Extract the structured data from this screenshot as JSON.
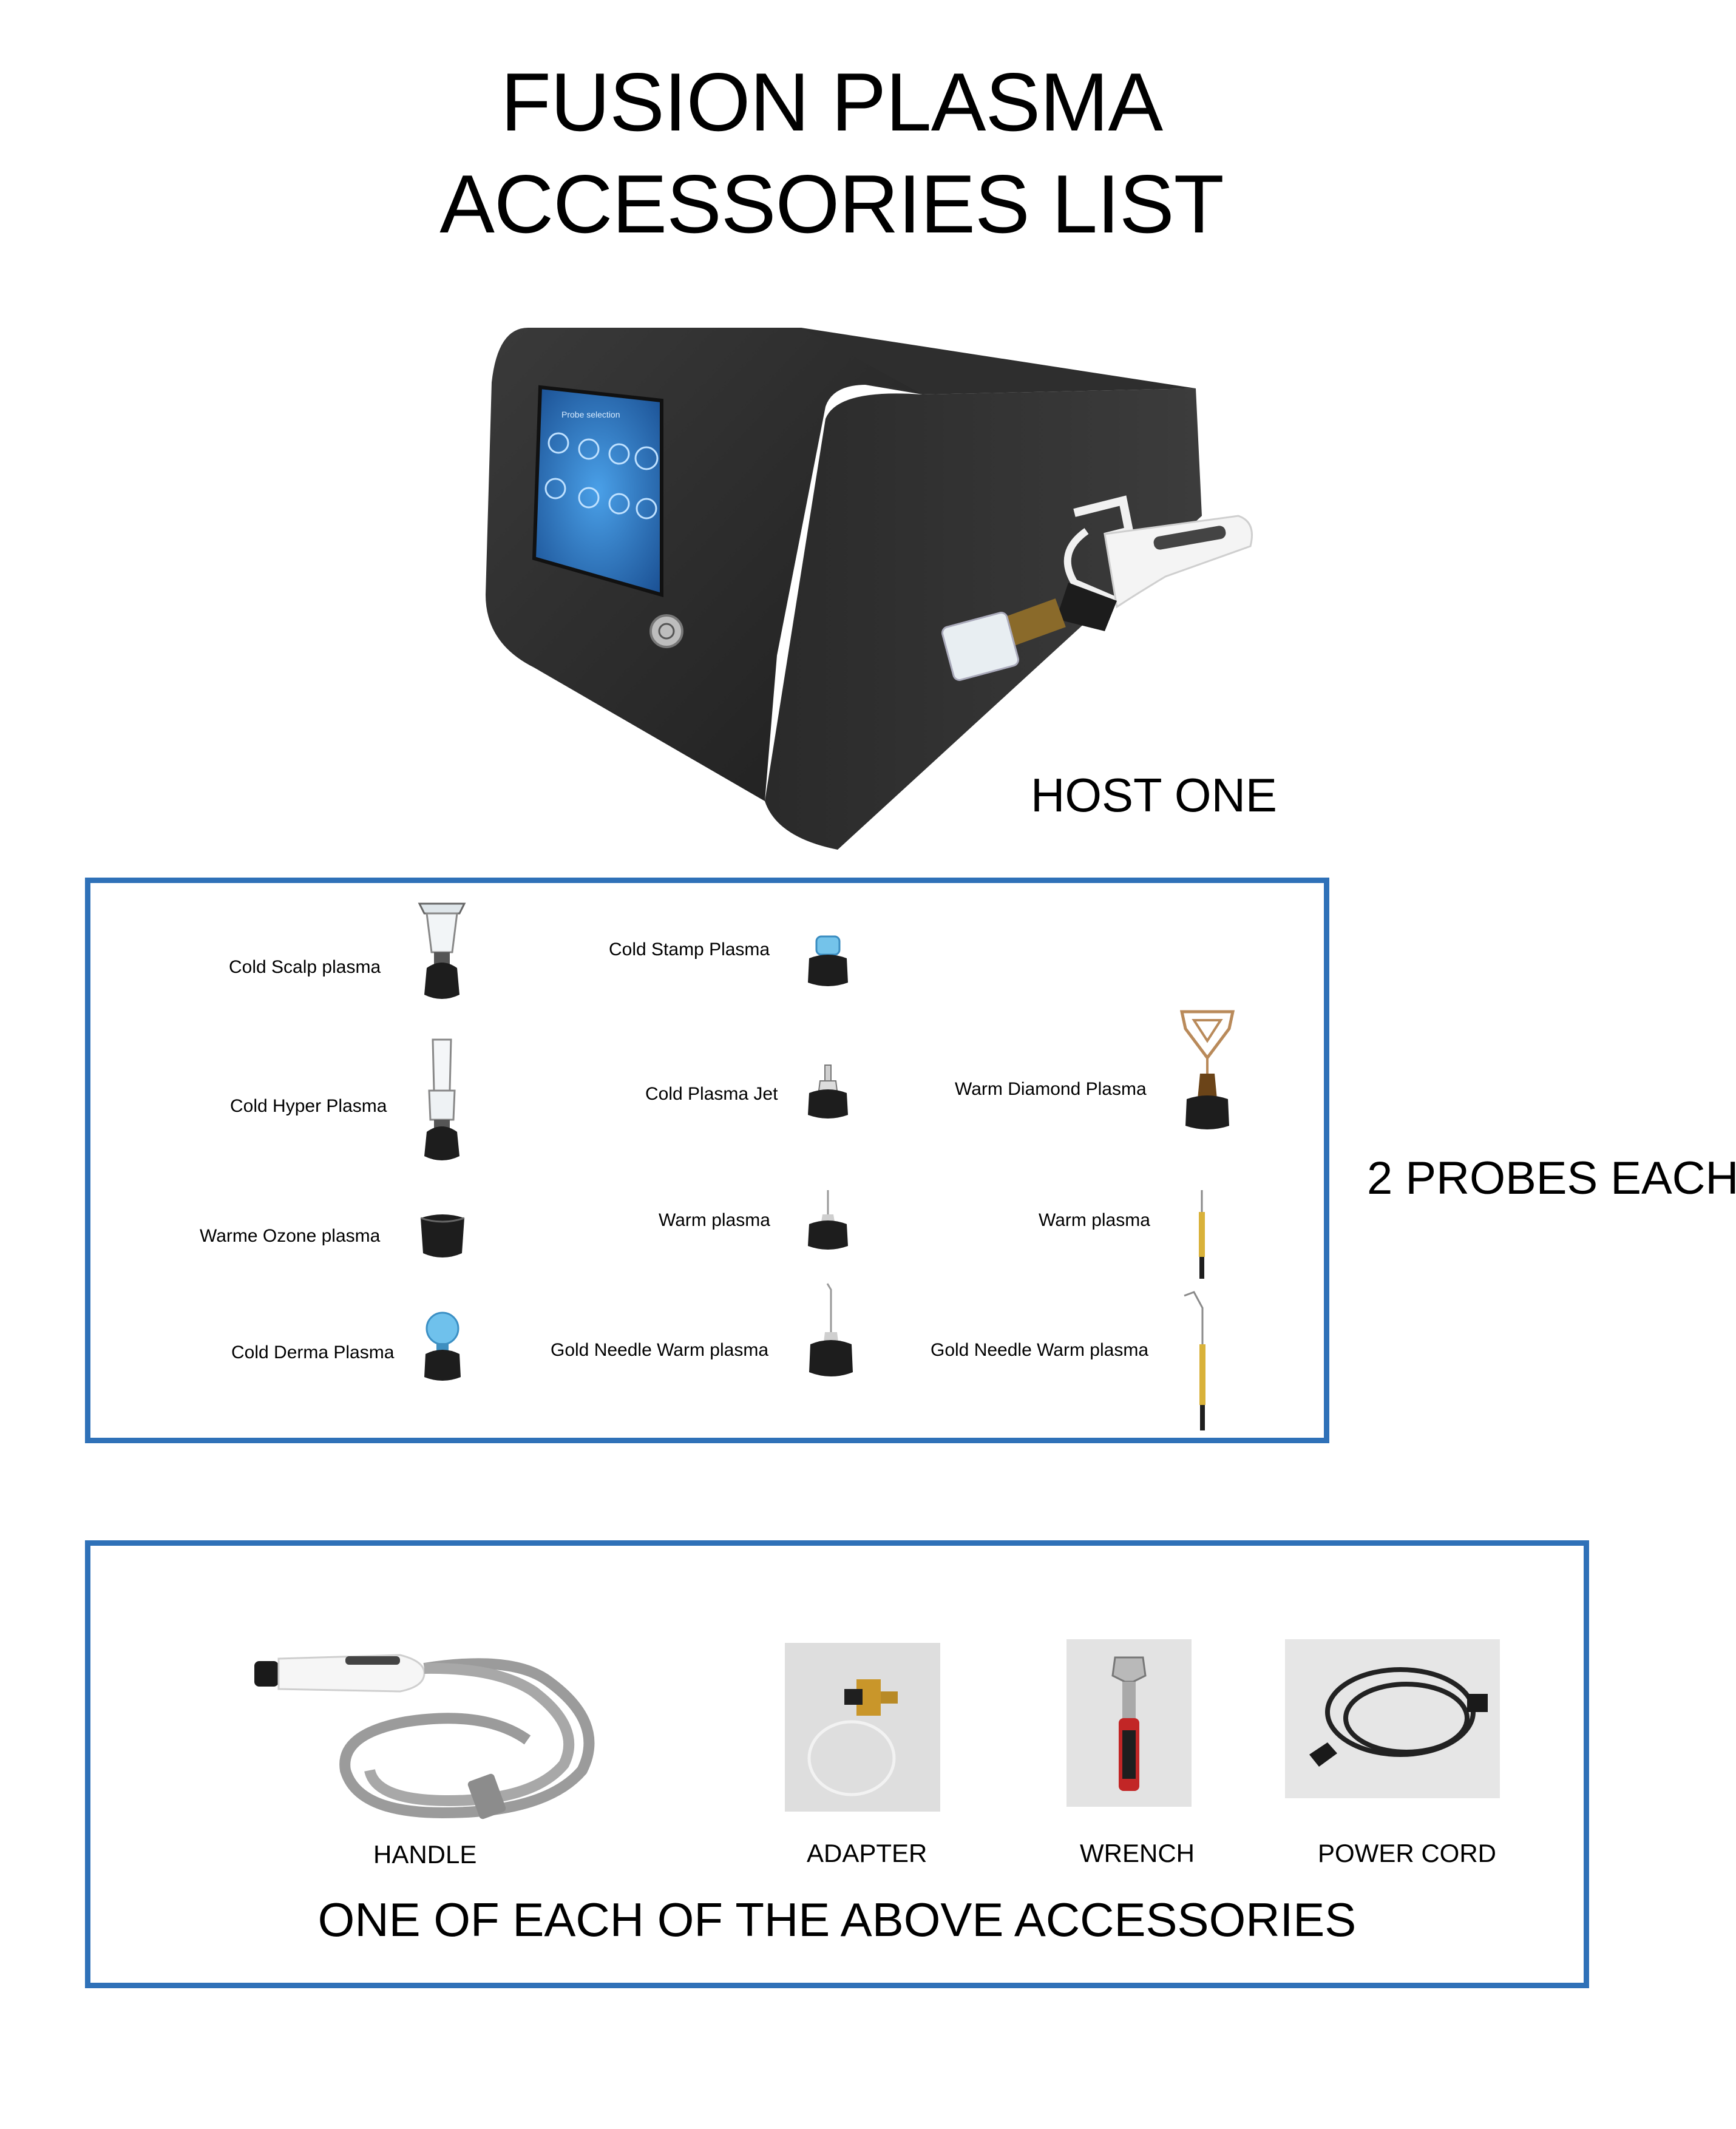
{
  "title": {
    "line1": "FUSION PLASMA",
    "line2": "ACCESSORIES LIST"
  },
  "host": {
    "label": "HOST ONE",
    "screen_text": "Probe selection"
  },
  "probes": {
    "note": "2 PROBES EACH",
    "items": [
      "Cold Scalp plasma",
      "Cold Hyper Plasma",
      "Warme Ozone plasma",
      "Cold Derma Plasma",
      "Cold Stamp Plasma",
      "Cold Plasma Jet",
      "Warm plasma",
      "Gold Needle Warm plasma",
      "Warm Diamond Plasma",
      "Warm plasma",
      "Gold Needle Warm plasma"
    ]
  },
  "accessories": {
    "note": "ONE OF EACH OF THE ABOVE ACCESSORIES",
    "items": [
      "HANDLE",
      "ADAPTER",
      "WRENCH",
      "POWER CORD"
    ]
  },
  "colors": {
    "panel_border": "#2f71b8",
    "machine_body": "#2b2b2b",
    "screen": "#1f64b5"
  }
}
